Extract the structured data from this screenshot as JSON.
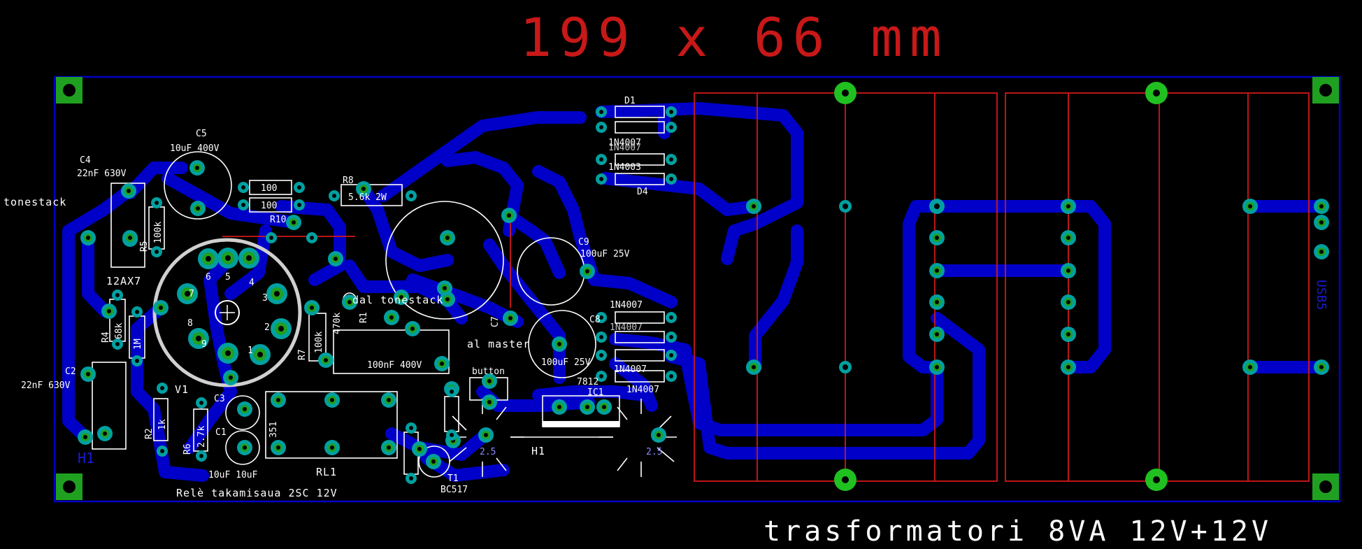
{
  "board": {
    "dimension_label": "199 x 66 mm",
    "footer_label": "trasformatori 8VA 12V+12V",
    "right_edge_label": "USB5",
    "relay_label": "Relè takamisaua 2SC 12V"
  },
  "labels": {
    "tonestack_left": "tonestack",
    "c4": "C4",
    "c4_val": "22nF 630V",
    "c5": "C5",
    "c5_val": "10uF 400V",
    "r8": "R8",
    "r8_val": "5.6k 2W",
    "r10": "R10",
    "r_100a": "100",
    "r_100b": "100",
    "r5": "R5",
    "r5_val": "100k",
    "tube": "12AX7",
    "pin1": "1",
    "pin2": "2",
    "pin3": "3",
    "pin4": "4",
    "pin5": "5",
    "pin6": "6",
    "pin7": "7",
    "pin8": "8",
    "pin9": "9",
    "r4": "R4",
    "r4_val": "68k",
    "r3_val": "1M",
    "c2": "C2",
    "c2_val": "22nF 630V",
    "h1_left": "H1",
    "v1": "V1",
    "r2": "R2",
    "r2_val": "1k",
    "r6": "R6",
    "r6_val": "2.7k",
    "c3": "C3",
    "c1": "C1",
    "c1c3_val": "10uF 10uF",
    "r7": "R7",
    "r7_val": "100k",
    "r1_val": "470k",
    "r1": "R1",
    "c6_val": "100nF 400V",
    "dal_tonestack": "dal tonestack",
    "c7": "C7",
    "al_master": "al master",
    "c9": "C9",
    "c9_val": "100uF 25V",
    "c8": "C8",
    "c8_val": "100uF 25V",
    "rl1": "RL1",
    "rl_pin": "351",
    "button": "button",
    "ic1_part": "7812",
    "ic1": "IC1",
    "h1_mid": "H1",
    "t1": "T1",
    "t1_part": "BC517",
    "heatsink_a": "2.5",
    "heatsink_b": "2.5",
    "d1": "D1",
    "d4": "D4",
    "diode_1n4007": "1N4007",
    "diode_top_a": "1N4007",
    "diode_top_b": "1N4007",
    "diode_top_c": "1N4003",
    "diode_bot_a": "1N4007",
    "diode_bot_b": "1N4007",
    "diode_bot_c": "1N4007"
  },
  "colors": {
    "background": "#000000",
    "copper_bottom": "#0000c8",
    "pad": "#00a0a0",
    "pad_core": "#20c020",
    "silkscreen": "#ffffff",
    "outline_red": "#d01818",
    "mount_hole": "#20c020"
  }
}
